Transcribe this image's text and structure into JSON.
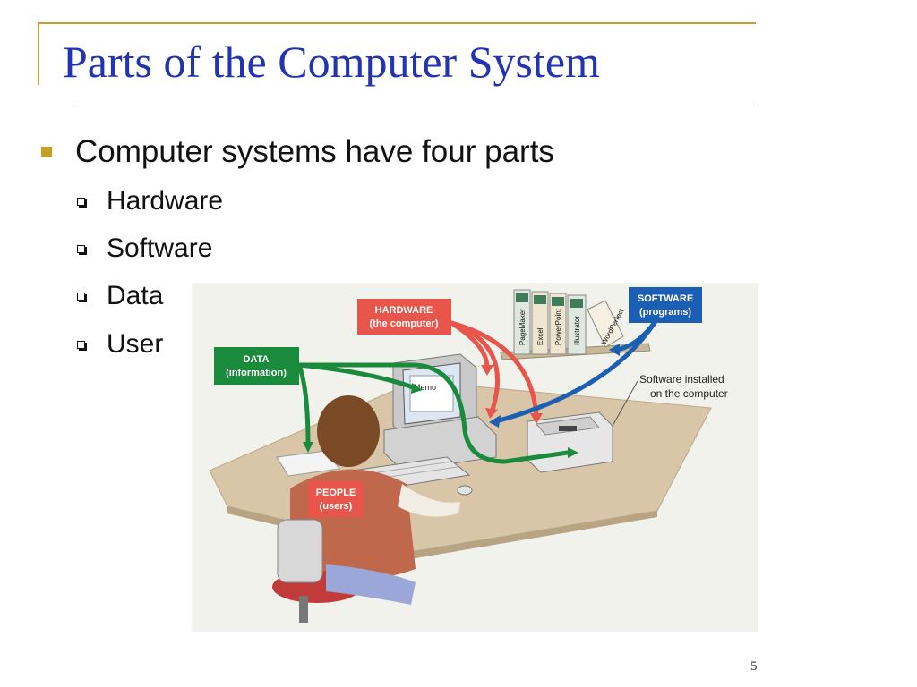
{
  "slide": {
    "title": "Parts of the Computer System",
    "page_number": "5"
  },
  "bullets": {
    "main": "Computer systems have four parts",
    "sub": [
      "Hardware",
      "Software",
      "Data",
      "User"
    ]
  },
  "illustration": {
    "hardware_label": [
      "HARDWARE",
      "(the computer)"
    ],
    "software_label": [
      "SOFTWARE",
      "(programs)"
    ],
    "data_label": [
      "DATA",
      "(information)"
    ],
    "people_label": [
      "PEOPLE",
      "(users)"
    ],
    "installed_note": [
      "Software installed",
      "on the computer"
    ],
    "screen_text": "Memo",
    "book_titles": [
      "PageMaker",
      "Excel",
      "PowerPoint",
      "Illustrator",
      "WordPerfect"
    ]
  },
  "colors": {
    "title": "#2233b3",
    "accent": "#c8a028",
    "hardware": "#e8554a",
    "software": "#1a5fb4",
    "data": "#1a8a3c",
    "people": "#e8554a"
  }
}
